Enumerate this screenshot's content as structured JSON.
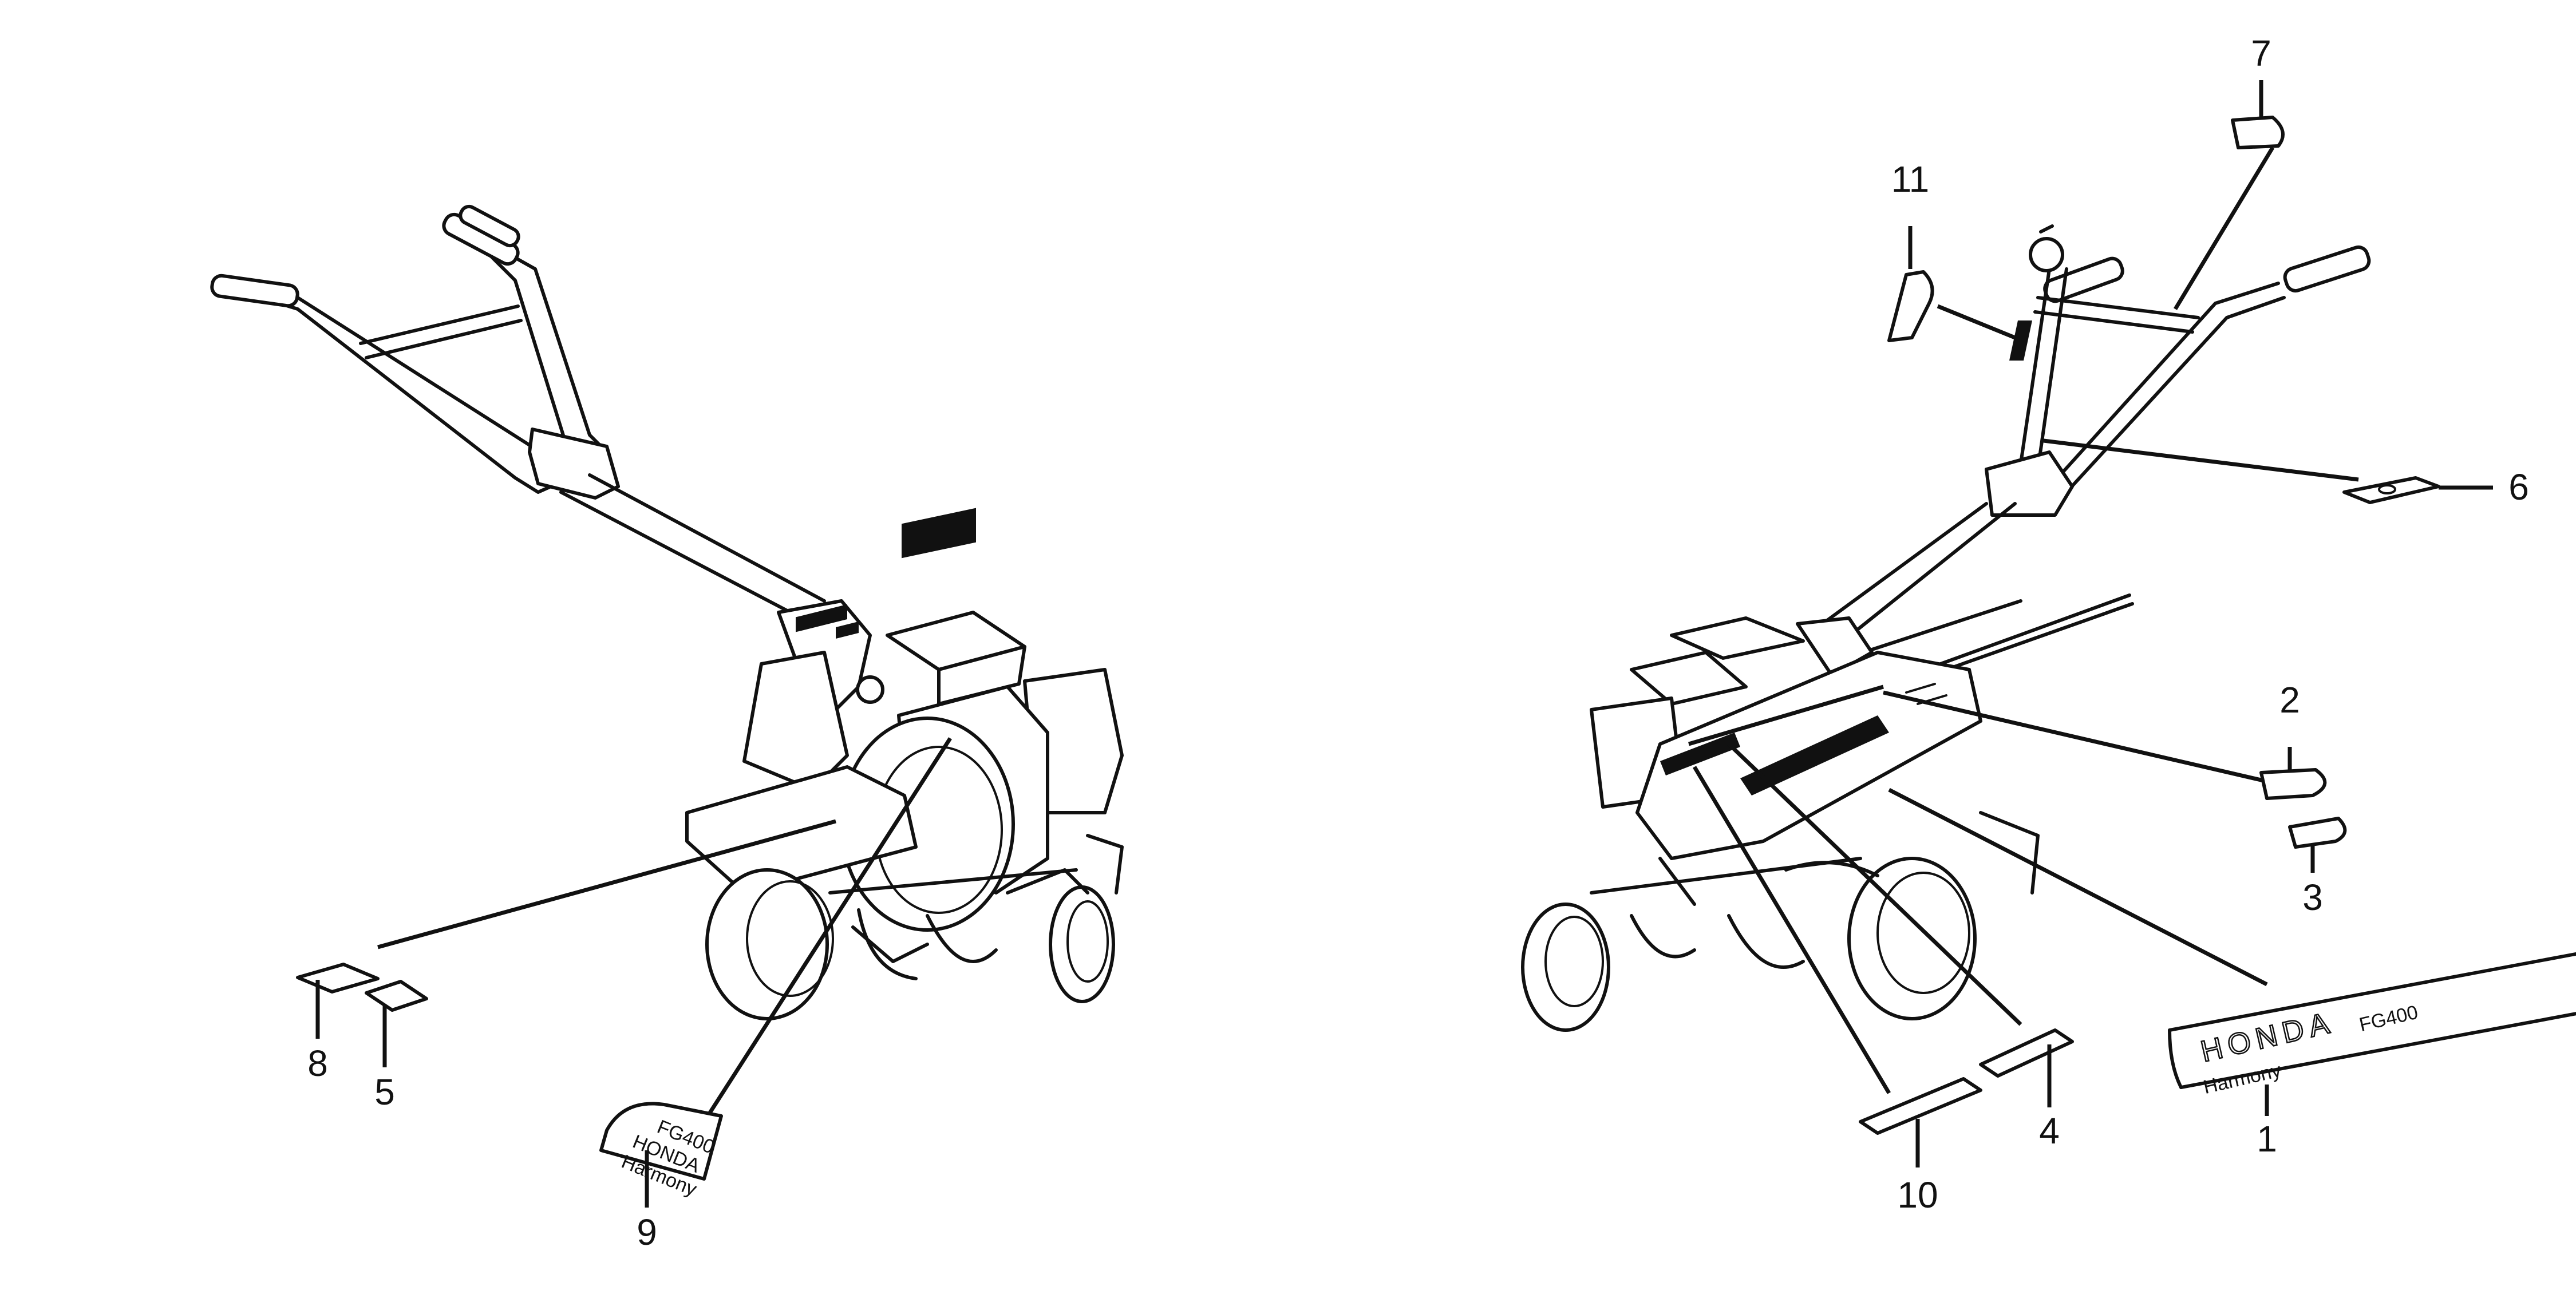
{
  "callouts": {
    "c1": "1",
    "c2": "2",
    "c3": "3",
    "c4": "4",
    "c5": "5",
    "c6": "6",
    "c7": "7",
    "c8": "8",
    "c9": "9",
    "c10": "10",
    "c11": "11"
  },
  "badges": {
    "left_model": "FG400",
    "left_brand": "HONDA",
    "left_series": "Harmony",
    "right_brand": "HONDA",
    "right_series": "Harmony",
    "right_model": "FG400"
  }
}
